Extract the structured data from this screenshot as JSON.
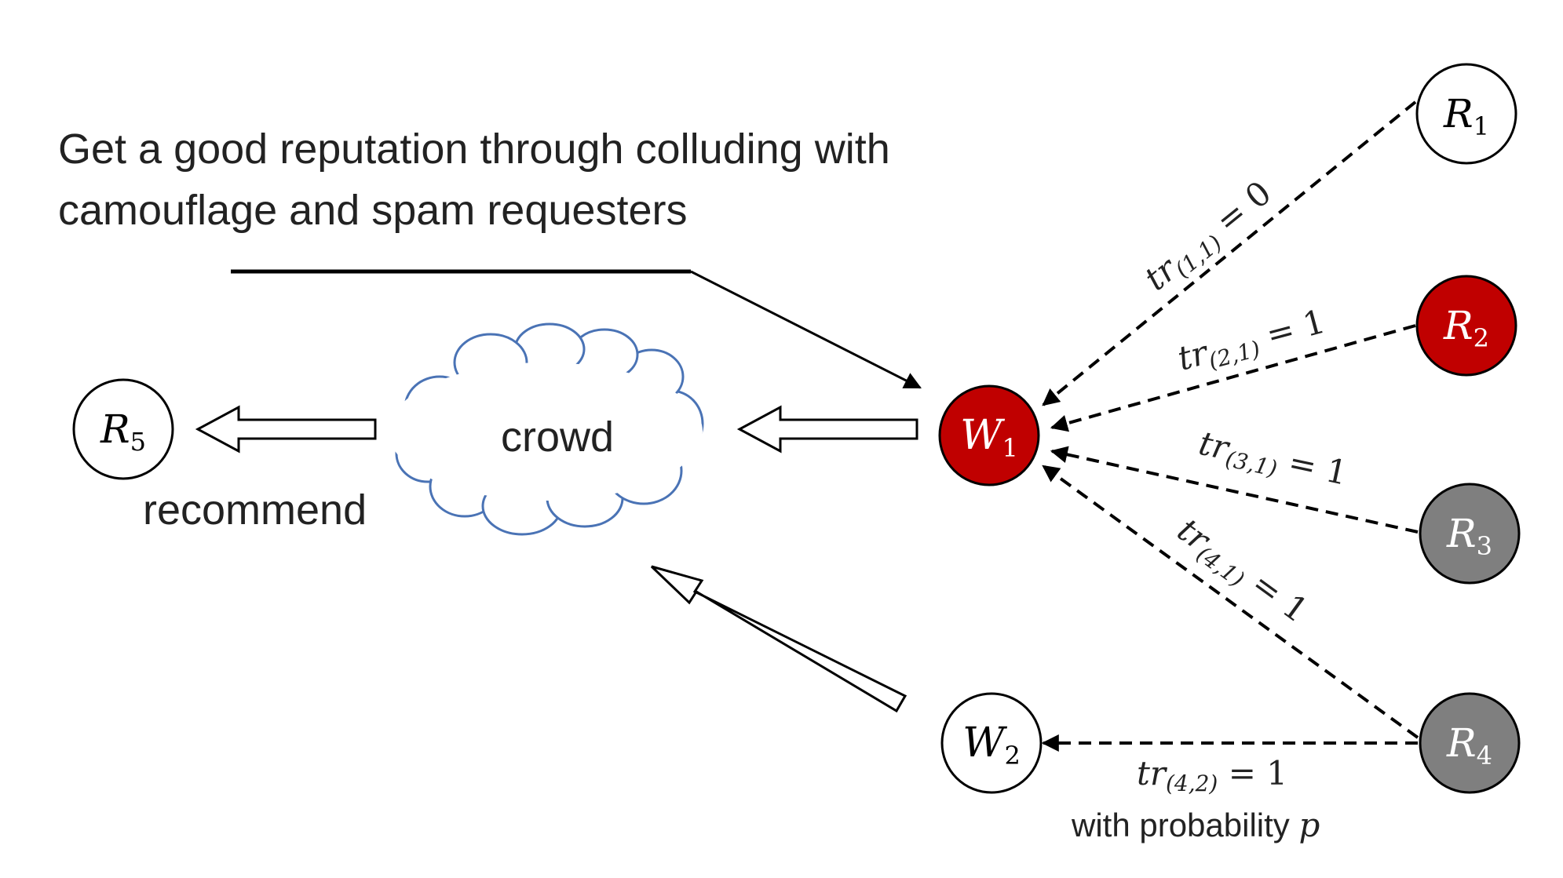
{
  "heading": {
    "line1": "Get a good reputation through colluding with",
    "line2": "camouflage and spam requesters"
  },
  "cloud": {
    "label": "crowd"
  },
  "recommend_label": "recommend",
  "colors": {
    "red_node": "#c00000",
    "gray_node": "#7f7f7f",
    "white_node": "#ffffff",
    "cloud_stroke": "#4a73b5",
    "line": "#000000"
  },
  "nodes": {
    "R1": {
      "base": "R",
      "sub": "1",
      "fill": "white"
    },
    "R2": {
      "base": "R",
      "sub": "2",
      "fill": "red"
    },
    "R3": {
      "base": "R",
      "sub": "3",
      "fill": "gray"
    },
    "R4": {
      "base": "R",
      "sub": "4",
      "fill": "gray"
    },
    "R5": {
      "base": "R",
      "sub": "5",
      "fill": "white"
    },
    "W1": {
      "base": "W",
      "sub": "1",
      "fill": "red"
    },
    "W2": {
      "base": "W",
      "sub": "2",
      "fill": "white"
    }
  },
  "edges": {
    "e11": {
      "base": "tr",
      "sub": "(1,1)",
      "rhs": " = 0"
    },
    "e21": {
      "base": "tr",
      "sub": "(2,1)",
      "rhs": " = 1"
    },
    "e31": {
      "base": "tr",
      "sub": "(3,1)",
      "rhs": " = 1"
    },
    "e41": {
      "base": "tr",
      "sub": "(4,1)",
      "rhs": " = 1"
    },
    "e42": {
      "base": "tr",
      "sub": "(4,2)",
      "rhs": " = 1"
    }
  },
  "probability": {
    "text": "with probability ",
    "var": "p"
  }
}
